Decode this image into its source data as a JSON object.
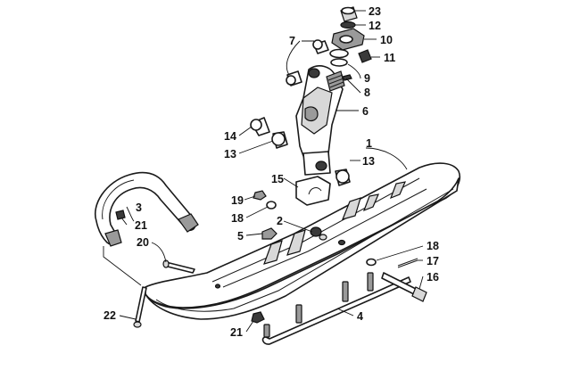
{
  "callouts": [
    {
      "id": "c23",
      "label": "23"
    },
    {
      "id": "c12",
      "label": "12"
    },
    {
      "id": "c10",
      "label": "10"
    },
    {
      "id": "c11",
      "label": "11"
    },
    {
      "id": "c7",
      "label": "7"
    },
    {
      "id": "c9",
      "label": "9"
    },
    {
      "id": "c8",
      "label": "8"
    },
    {
      "id": "c6",
      "label": "6"
    },
    {
      "id": "c14",
      "label": "14"
    },
    {
      "id": "c13a",
      "label": "13"
    },
    {
      "id": "c1",
      "label": "1"
    },
    {
      "id": "c13b",
      "label": "13"
    },
    {
      "id": "c15",
      "label": "15"
    },
    {
      "id": "c19",
      "label": "19"
    },
    {
      "id": "c3",
      "label": "3"
    },
    {
      "id": "c21a",
      "label": "21"
    },
    {
      "id": "c18a",
      "label": "18"
    },
    {
      "id": "c2",
      "label": "2"
    },
    {
      "id": "c5",
      "label": "5"
    },
    {
      "id": "c20",
      "label": "20"
    },
    {
      "id": "c18b",
      "label": "18"
    },
    {
      "id": "c17",
      "label": "17"
    },
    {
      "id": "c16",
      "label": "16"
    },
    {
      "id": "c22",
      "label": "22"
    },
    {
      "id": "c4",
      "label": "4"
    },
    {
      "id": "c21b",
      "label": "21"
    }
  ]
}
